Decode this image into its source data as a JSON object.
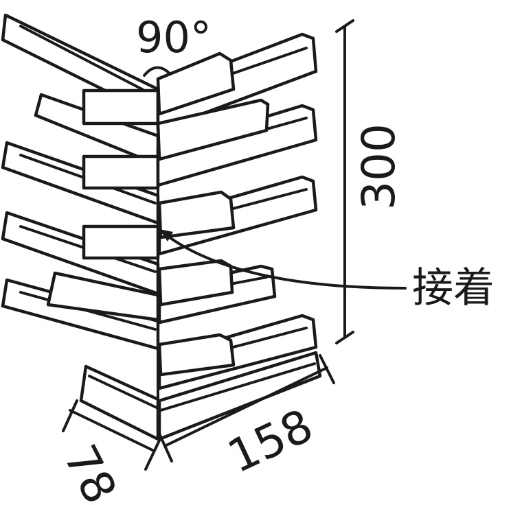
{
  "drawing": {
    "angle_label": "90°",
    "height_dimension": "300",
    "long_side_dimension": "158",
    "short_side_dimension": "78",
    "joint_callout": "接着"
  }
}
